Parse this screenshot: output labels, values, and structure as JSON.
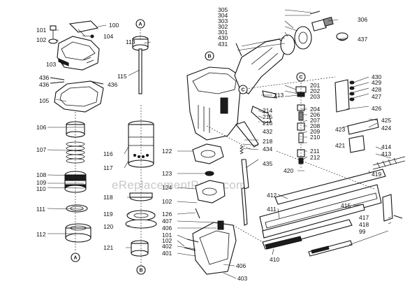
{
  "watermark": "eReplacementParts.com",
  "callouts": {
    "c100": "100",
    "c101": "101",
    "c102a": "102",
    "c103": "103",
    "c104": "104",
    "c105": "105",
    "c106": "106",
    "c107": "107",
    "c108": "108",
    "c109": "109",
    "c110": "110",
    "c111": "111",
    "c112": "112",
    "c113": "113",
    "c115": "115",
    "c116": "116",
    "c117": "117",
    "c118": "118",
    "c119": "119",
    "c120": "120",
    "c121": "121",
    "c122": "122",
    "c123": "123",
    "c124": "124",
    "c126": "126",
    "c102b": "102",
    "c407": "407",
    "c406a": "406",
    "c101b": "101",
    "c102c": "102",
    "c401": "401",
    "c406b": "406",
    "c403": "403",
    "c436a": "436",
    "c436b": "436",
    "c436c": "436",
    "c305": "305",
    "c304": "304",
    "c303": "303",
    "c302": "302",
    "c301": "301",
    "c430a": "430",
    "c431": "431",
    "c306": "306",
    "c437": "437",
    "c201": "201",
    "c202": "202",
    "c203": "203",
    "c213": "213",
    "c204": "204",
    "c214": "214",
    "c215": "215",
    "c216": "216",
    "c206": "206",
    "c207": "207",
    "c208": "208",
    "c209": "209",
    "c210": "210",
    "c218": "218",
    "c432": "432",
    "c434": "434",
    "c211": "211",
    "c212": "212",
    "c435": "435",
    "c420": "420",
    "c430b": "430",
    "c429": "429",
    "c428": "428",
    "c427": "427",
    "c426": "426",
    "c425": "425",
    "c423": "423",
    "c424": "424",
    "c421": "421",
    "c414": "414",
    "c413": "413",
    "c419": "419",
    "c412": "412",
    "c411": "411",
    "c415": "415",
    "c417": "417",
    "c418": "418",
    "c99": "99",
    "c410": "410"
  },
  "circle_refs": {
    "A_top": "A",
    "A_bot": "A",
    "B_mid": "B",
    "B_bot": "B",
    "C_mid": "C",
    "C_right": "C"
  }
}
